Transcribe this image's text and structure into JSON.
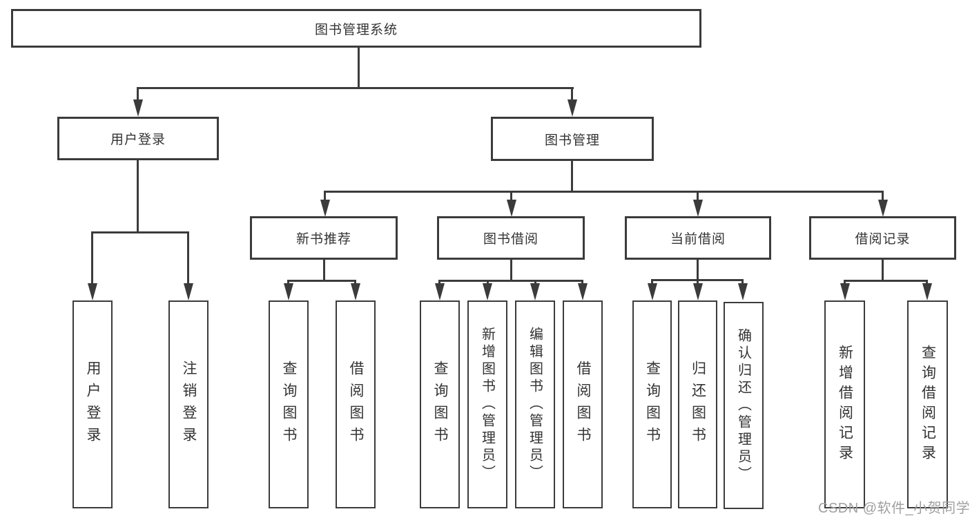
{
  "diagram": {
    "root_label": "图书管理系统",
    "level2": [
      "用户登录",
      "图书管理"
    ],
    "level3": [
      "新书推荐",
      "图书借阅",
      "当前借阅",
      "借阅记录"
    ],
    "leaves": {
      "user_login": [
        "用户登录",
        "注销登录"
      ],
      "new_book": [
        "查询图书",
        "借阅图书"
      ],
      "book_borrow": [
        "查询图书",
        "新增图书（管理员）",
        "编辑图书（管理员）",
        "借阅图书"
      ],
      "current_borrow": [
        "查询图书",
        "归还图书",
        "确认归还（管理员）"
      ],
      "borrow_record": [
        "新增借阅记录",
        "查询借阅记录"
      ]
    }
  },
  "watermark": {
    "text": "CSDN @软件_小贺同学"
  },
  "colors": {
    "line": "#3b3b3b",
    "box_border": "#3b3b3b",
    "text": "#333333",
    "watermark": "#a0a0a0",
    "background": "#ffffff"
  }
}
